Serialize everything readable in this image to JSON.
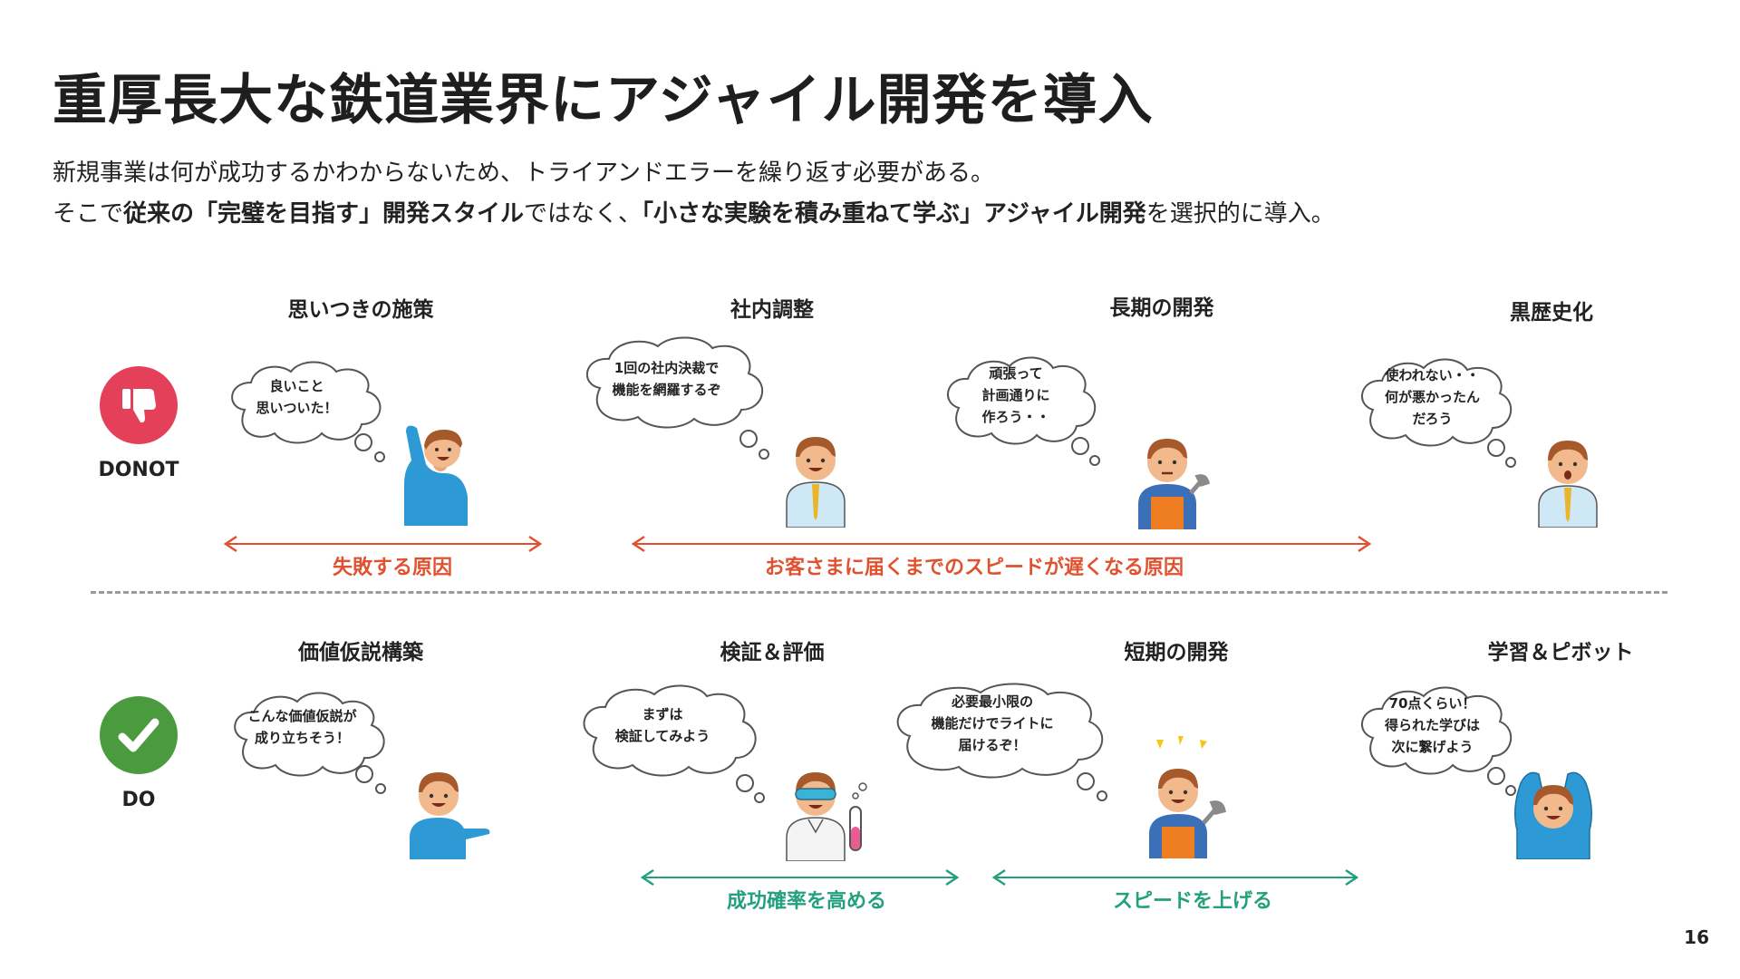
{
  "title": "重厚長大な鉄道業界にアジャイル開発を導入",
  "lead": {
    "line1": "新規事業は何が成功するかわからないため、トライアンドエラーを繰り返す必要がある。",
    "line2_a": "そこで",
    "line2_b": "従来の「完璧を目指す」開発スタイル",
    "line2_c": "ではなく、",
    "line2_d": "「小さな実験を積み重ねて学ぶ」アジャイル開発",
    "line2_e": "を選択的に導入。"
  },
  "donot": {
    "label": "DONOT",
    "icon": "thumbs-down-icon",
    "color": "#e5405a",
    "stages": [
      "思いつきの施策",
      "社内調整",
      "長期の開発",
      "黒歴史化"
    ],
    "thoughts": [
      [
        "良いこと",
        "思いついた！"
      ],
      [
        "1回の社内決裁で",
        "機能を網羅するぞ"
      ],
      [
        "頑張って",
        "計画通りに",
        "作ろう・・"
      ],
      [
        "使われない・・",
        "何が悪かったん",
        "だろう"
      ]
    ],
    "arrows": [
      "失敗する原因",
      "お客さまに届くまでのスピードが遅くなる原因"
    ],
    "arrow_color": "#e0512f"
  },
  "do": {
    "label": "DO",
    "icon": "check-icon",
    "color": "#4a9a3e",
    "stages": [
      "価値仮説構築",
      "検証＆評価",
      "短期の開発",
      "学習＆ピボット"
    ],
    "thoughts": [
      [
        "こんな価値仮説が",
        "成り立ちそう！"
      ],
      [
        "まずは",
        "検証してみよう"
      ],
      [
        "必要最小限の",
        "機能だけでライトに",
        "届けるぞ！"
      ],
      [
        "70点くらい！",
        "得られた学びは",
        "次に繋げよう"
      ]
    ],
    "arrows": [
      "成功確率を高める",
      "スピードを上げる"
    ],
    "arrow_color": "#23a07d"
  },
  "page_number": "16"
}
